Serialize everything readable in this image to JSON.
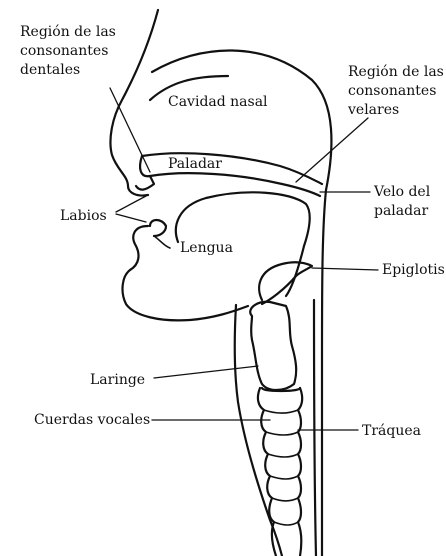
{
  "labels": {
    "dental_region": [
      "Región de las",
      "consonantes",
      "dentales"
    ],
    "nasal_cavity": "Cavidad nasal",
    "velar_region": [
      "Región de las",
      "consonantes",
      "velares"
    ],
    "palate": "Paladar",
    "velum": [
      "Velo del",
      "paladar"
    ],
    "lips": "Labios",
    "tongue": "Lengua",
    "epiglottis": "Epiglotis",
    "larynx": "Laringe",
    "vocal_cords": "Cuerdas vocales",
    "trachea": "Tráquea"
  }
}
